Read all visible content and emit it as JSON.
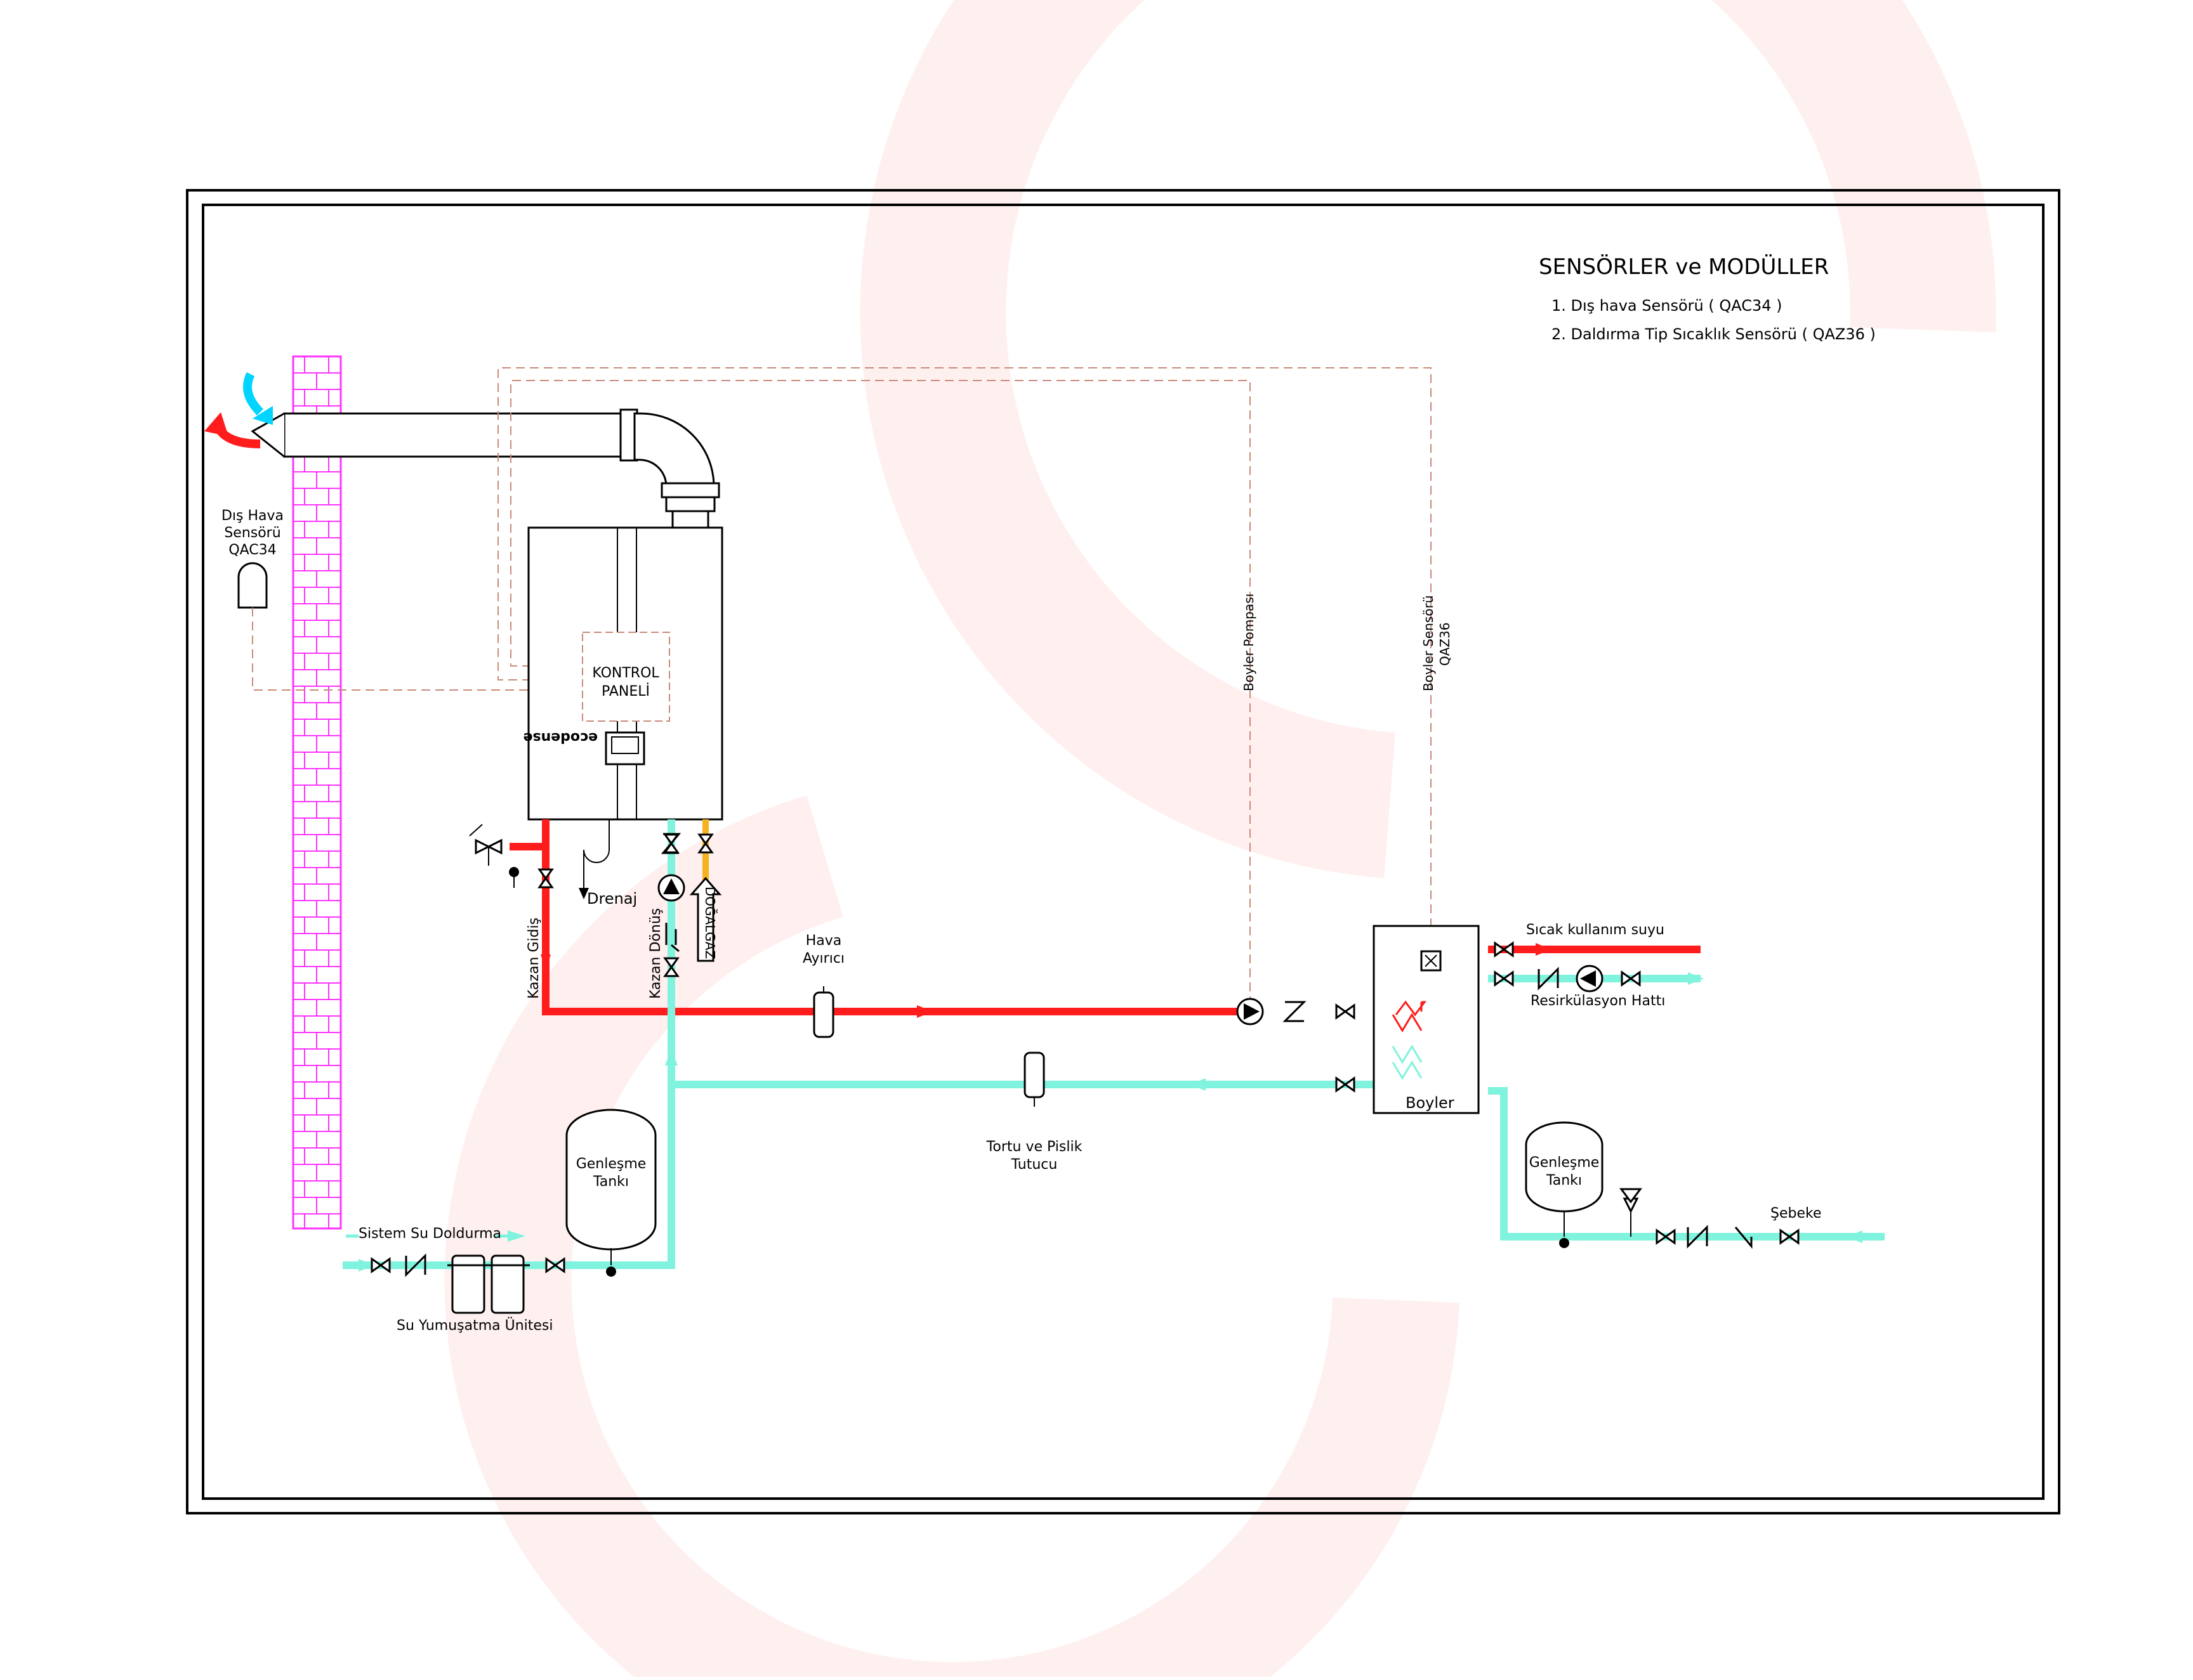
{
  "legend": {
    "title": "SENSÖRLER ve MODÜLLER",
    "items": [
      "1. Dış hava Sensörü ( QAC34 )",
      "2. Daldırma Tip Sıcaklık Sensörü ( QAZ36 )"
    ]
  },
  "boiler": {
    "panel_line1": "KONTROL",
    "panel_line2": "PANELİ",
    "brand": "ecodense"
  },
  "labels": {
    "outdoor_sensor": [
      "Dış Hava",
      "Sensörü",
      "QAC34"
    ],
    "drain": "Drenaj",
    "flow": "Kazan Gidiş",
    "return": "Kazan Dönüş",
    "gas": "DOĞALGAZ",
    "air_separator": [
      "Hava",
      "Ayırıcı"
    ],
    "boiler_pump": "Boyler Pompası",
    "boiler_sensor": [
      "Boyler Sensörü",
      "QAZ36"
    ],
    "hot_water": "Sıcak kullanım suyu",
    "recirculation": "Resirkülasyon Hattı",
    "calorifier": "Boyler",
    "dirt_separator": [
      "Tortu ve Pislik",
      "Tutucu"
    ],
    "expansion_tank_1": [
      "Genleşme",
      "Tankı"
    ],
    "expansion_tank_2": [
      "Genleşme",
      "Tankı"
    ],
    "system_fill": "Sistem Su Doldurma",
    "softener": "Su Yumuşatma Ünitesi",
    "mains": "Şebeke"
  },
  "colors": {
    "hot": "#ff1c1c",
    "cold": "#7ff3dd",
    "chimney": "#ff33ff",
    "signal": "#c98b7a",
    "gas": "#f5b21e"
  }
}
